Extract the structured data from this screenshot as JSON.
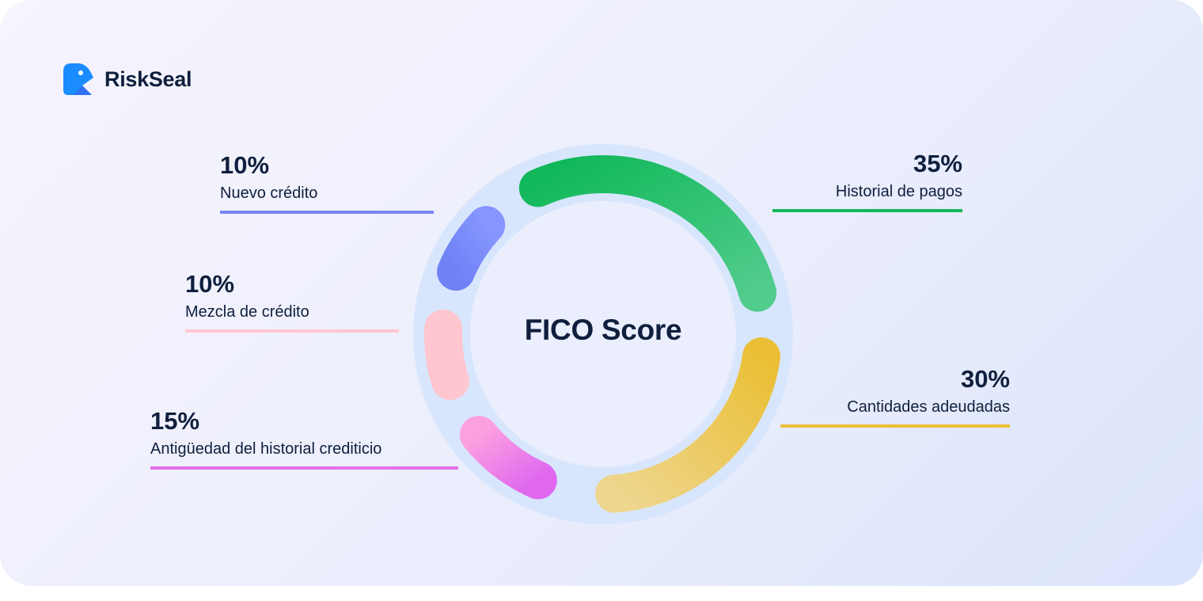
{
  "brand": {
    "name": "RiskSeal",
    "logo_icon": "seal-logo-icon",
    "logo_color": "#1a8cff"
  },
  "chart_data": {
    "type": "pie",
    "variant": "donut",
    "title": "FICO Score",
    "categories": [
      "Historial de pagos",
      "Cantidades adeudadas",
      "Antigüedad del historial crediticio",
      "Mezcla de crédito",
      "Nuevo crédito"
    ],
    "values": [
      35,
      30,
      15,
      10,
      10
    ],
    "unit": "%",
    "colors": [
      "#14b85a",
      "#ebc03a",
      "#e46ee8",
      "#ffc6cf",
      "#7a85f7"
    ],
    "labels": [
      {
        "pct": "35%",
        "name": "Historial de pagos",
        "color": "#14b85a",
        "side": "right"
      },
      {
        "pct": "30%",
        "name": "Cantidades adeudadas",
        "color": "#ebc03a",
        "side": "right"
      },
      {
        "pct": "15%",
        "name": "Antigüedad del historial crediticio",
        "color": "#e46ee8",
        "side": "left"
      },
      {
        "pct": "10%",
        "name": "Mezcla de crédito",
        "color": "#ffc6cf",
        "side": "left"
      },
      {
        "pct": "10%",
        "name": "Nuevo crédito",
        "color": "#7a85f7",
        "side": "left"
      }
    ]
  },
  "colors": {
    "text": "#0f1f3d",
    "ring_track": "#d8e6fd"
  }
}
